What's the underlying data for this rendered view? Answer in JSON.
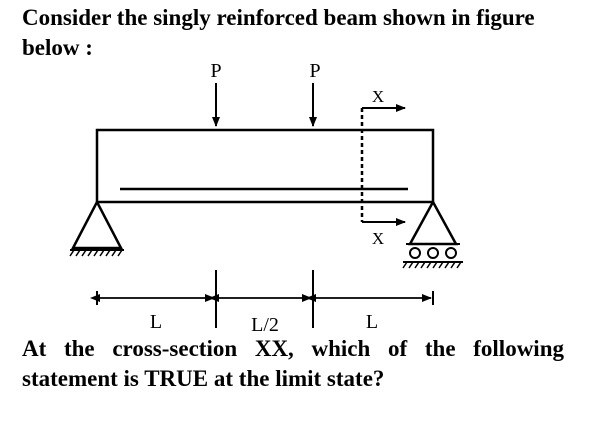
{
  "question": {
    "intro": "Consider the singly reinforced beam shown in figure below :",
    "prompt": "At the cross-section XX, which of the following statement is TRUE at the limit state?"
  },
  "figure": {
    "load_left": "P",
    "load_right": "P",
    "section_top": "X",
    "section_bottom": "X",
    "span_left": "L",
    "span_middle": "L/2",
    "span_right": "L"
  }
}
